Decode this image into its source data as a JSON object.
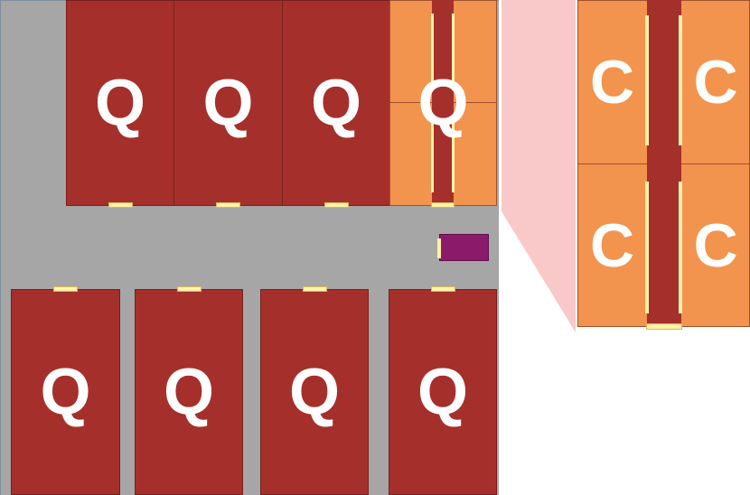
{
  "colors": {
    "floor": "#a6a6a6",
    "room_q": "#a5302b",
    "room_c": "#f2944e",
    "door": "#fff2a8",
    "marker": "#8b1a6a",
    "zoom_highlight": "#f9c9c9"
  },
  "top_row": {
    "rooms": [
      {
        "label": "Q"
      },
      {
        "label": "Q"
      },
      {
        "label": "Q"
      },
      {
        "label": "Q"
      }
    ]
  },
  "bottom_row": {
    "rooms": [
      {
        "label": "Q"
      },
      {
        "label": "Q"
      },
      {
        "label": "Q"
      },
      {
        "label": "Q"
      }
    ]
  },
  "inset": {
    "cells": [
      {
        "label": "C"
      },
      {
        "label": "C"
      },
      {
        "label": "C"
      },
      {
        "label": "C"
      }
    ]
  }
}
